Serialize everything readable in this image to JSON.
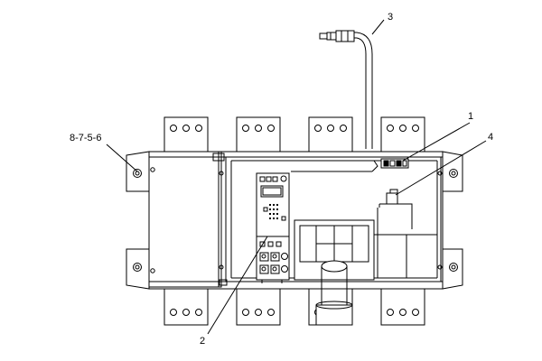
{
  "colors": {
    "line": "#000000",
    "background": "#ffffff"
  },
  "callouts": {
    "ref_8_7_5_6": "8-7-5-6",
    "c1": "1",
    "c2": "2",
    "c3": "3",
    "c4": "4"
  }
}
